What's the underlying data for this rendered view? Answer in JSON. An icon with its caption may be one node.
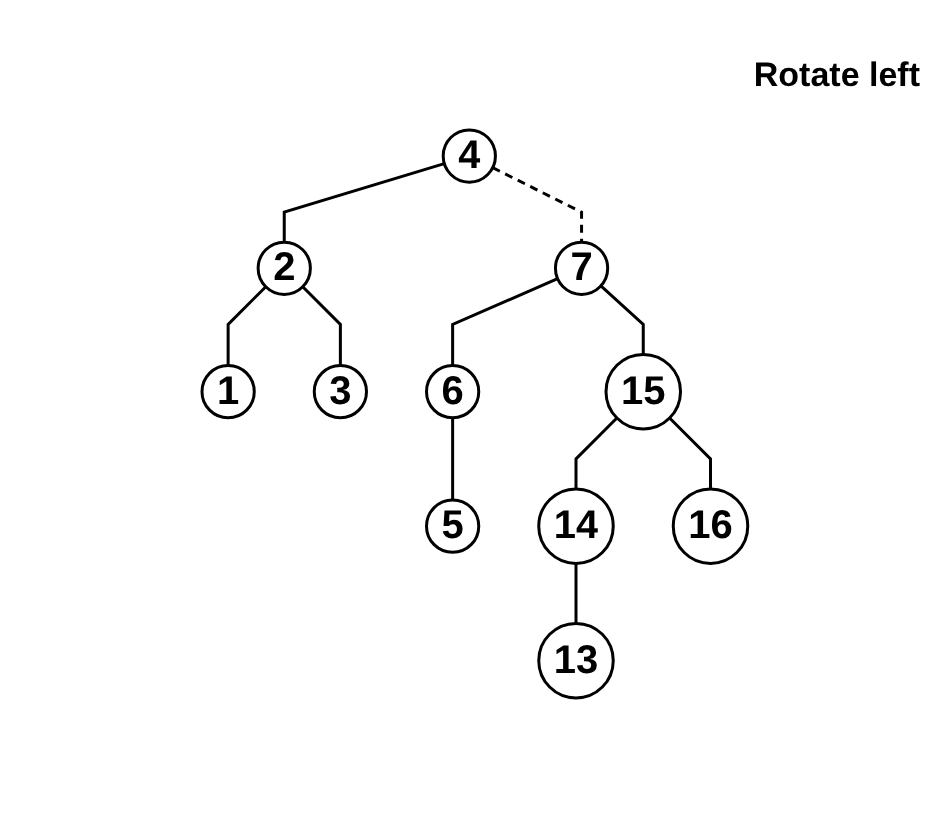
{
  "diagram": {
    "nodes": [
      {
        "text": [
          "4"
        ]
      },
      {
        "text": [
          "2"
        ]
      },
      {
        "text": [
          "7"
        ]
      },
      {
        "text": [
          "1"
        ]
      },
      {
        "text": [
          "3"
        ]
      },
      {
        "text": [
          "6"
        ]
      },
      {
        "text": [
          "15"
        ]
      },
      {
        "text": [
          "5"
        ]
      },
      {
        "text": [
          "14"
        ]
      },
      {
        "text": [
          "16"
        ]
      },
      {
        "text": [
          "13"
        ]
      }
    ],
    "edges": [
      {
        "from": 0,
        "to": 1,
        "arrow": "none"
      },
      {
        "from": 0,
        "to": 2,
        "arrow": "none",
        "style": "dashed"
      },
      {
        "from": 1,
        "to": 3,
        "arrow": "none"
      },
      {
        "from": 1,
        "to": 4,
        "arrow": "none"
      },
      {
        "from": 2,
        "to": 5,
        "arrow": "none"
      },
      {
        "from": 2,
        "to": 6,
        "arrow": "none"
      },
      {
        "from": 5,
        "to": 7,
        "arrow": "none"
      },
      {
        "from": 6,
        "to": 8,
        "arrow": "none"
      },
      {
        "from": 6,
        "to": 9,
        "arrow": "none"
      },
      {
        "from": 8,
        "to": 10,
        "arrow": "none"
      }
    ],
    "labels": [
      "Rotate left"
    ]
  }
}
